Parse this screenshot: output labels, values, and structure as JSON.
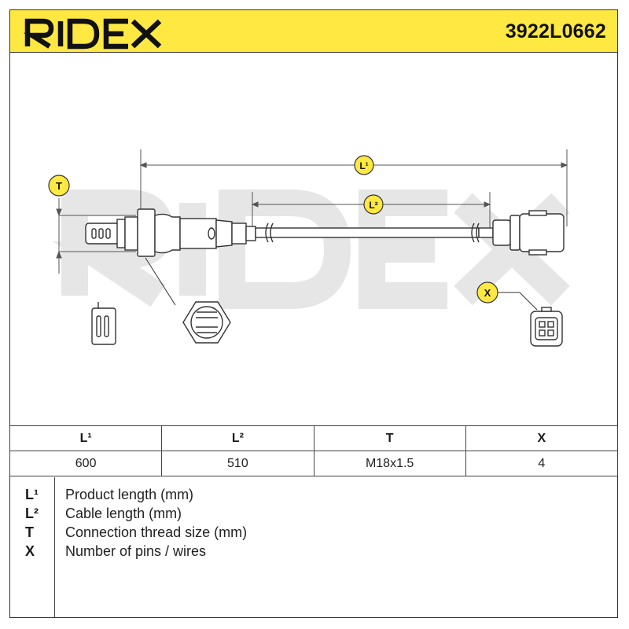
{
  "header": {
    "brand": "RIDEX",
    "part_number": "3922L0662"
  },
  "drawing": {
    "watermark": "RIDEX",
    "callouts": {
      "L1": "L¹",
      "L2": "L²",
      "T": "T",
      "X": "X"
    }
  },
  "specs": {
    "headers": [
      "L¹",
      "L²",
      "T",
      "X"
    ],
    "values": [
      "600",
      "510",
      "M18x1.5",
      "4"
    ]
  },
  "legend": [
    {
      "key": "L¹",
      "text": "Product length (mm)"
    },
    {
      "key": "L²",
      "text": "Cable length (mm)"
    },
    {
      "key": "T",
      "text": "Connection thread size (mm)"
    },
    {
      "key": "X",
      "text": "Number of pins / wires"
    }
  ],
  "colors": {
    "header_bg": "#ffe842",
    "callout_yellow": "#ffe842",
    "watermark": "#e6e6e6"
  }
}
